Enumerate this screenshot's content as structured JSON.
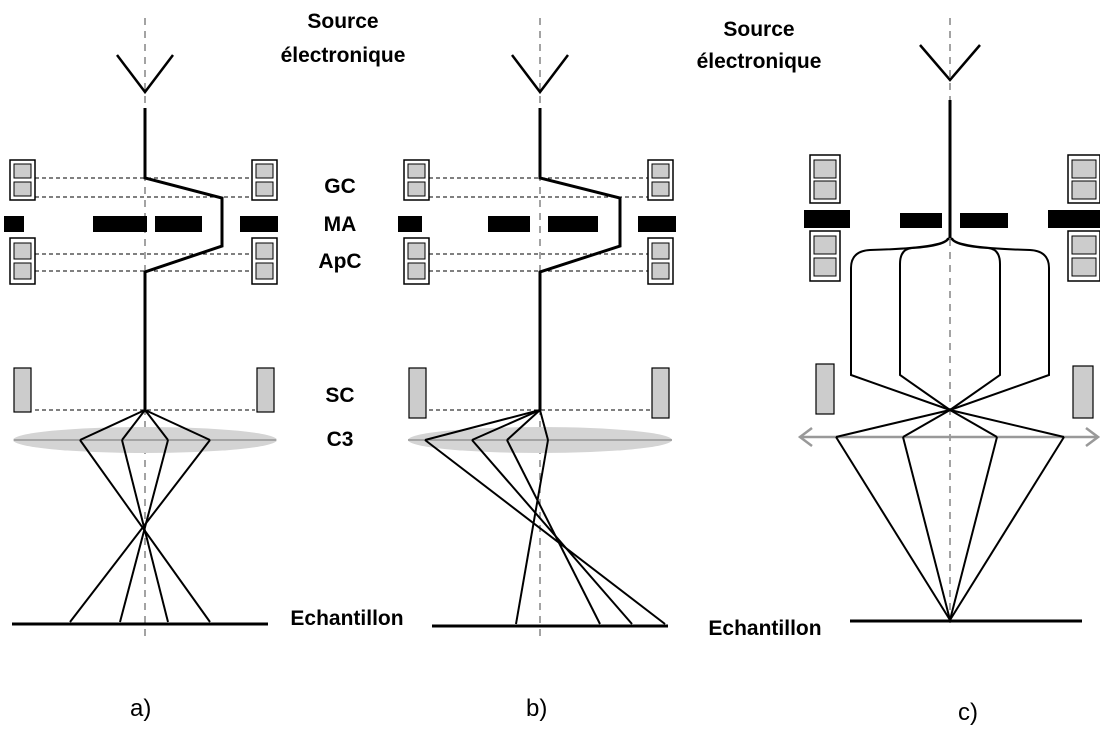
{
  "labels": {
    "source": [
      "Source",
      "électronique"
    ],
    "gc": "GC",
    "ma": "MA",
    "apc": "ApC",
    "sc": "SC",
    "c3": "C3",
    "echantillon": "Echantillon"
  },
  "captions": {
    "a": "a)",
    "b": "b)",
    "c": "c)"
  }
}
